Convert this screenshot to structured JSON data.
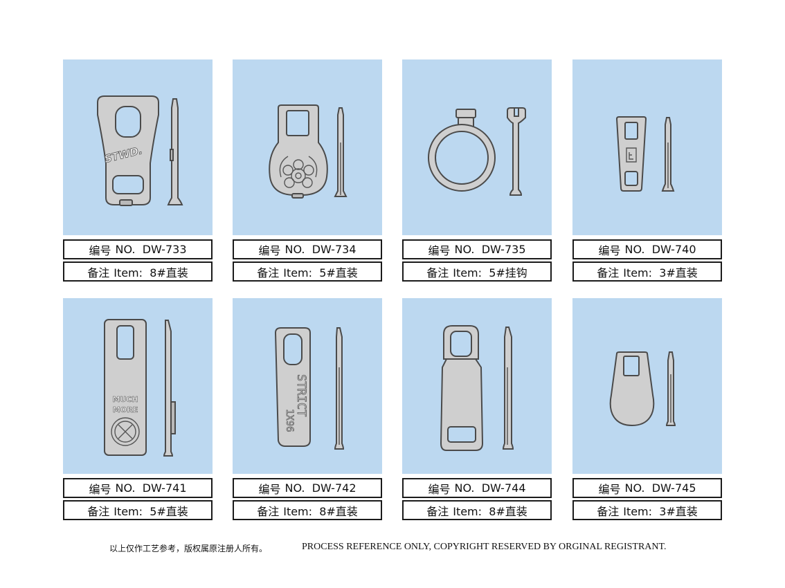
{
  "items": [
    {
      "label_no": "编号",
      "no": "NO.  DW-733",
      "label_note": "备注",
      "note": "Item:  8#直装",
      "engraving": "STWD."
    },
    {
      "label_no": "编号",
      "no": "NO.  DW-734",
      "label_note": "备注",
      "note": "Item:  5#直装",
      "engraving": ""
    },
    {
      "label_no": "编号",
      "no": "NO.  DW-735",
      "label_note": "备注",
      "note": "Item:  5#挂钩",
      "engraving": ""
    },
    {
      "label_no": "编号",
      "no": "NO.  DW-740",
      "label_note": "备注",
      "note": "Item:  3#直装",
      "engraving": ""
    },
    {
      "label_no": "编号",
      "no": "NO.  DW-741",
      "label_note": "备注",
      "note": "Item:  5#直装",
      "engraving": "MUCH MORE"
    },
    {
      "label_no": "编号",
      "no": "NO.  DW-742",
      "label_note": "备注",
      "note": "Item:  8#直装",
      "engraving": "STRICT 1X96"
    },
    {
      "label_no": "编号",
      "no": "NO.  DW-744",
      "label_note": "备注",
      "note": "Item:  8#直装",
      "engraving": ""
    },
    {
      "label_no": "编号",
      "no": "NO.  DW-745",
      "label_note": "备注",
      "note": "Item:  3#直装",
      "engraving": ""
    }
  ],
  "engravings": {
    "stwd": "STWD.",
    "much": "MUCH",
    "more": "MORE",
    "strict": "STRICT",
    "code": "1X96"
  },
  "footer": {
    "cn": "以上仅作工艺参考，版权属原注册人所有。",
    "en": "PROCESS REFERENCE ONLY, COPYRIGHT RESERVED BY ORGINAL REGISTRANT."
  },
  "colors": {
    "panel": "#bcd8f0",
    "metal": "#cfcfcf",
    "outline": "#4a4a4a"
  }
}
